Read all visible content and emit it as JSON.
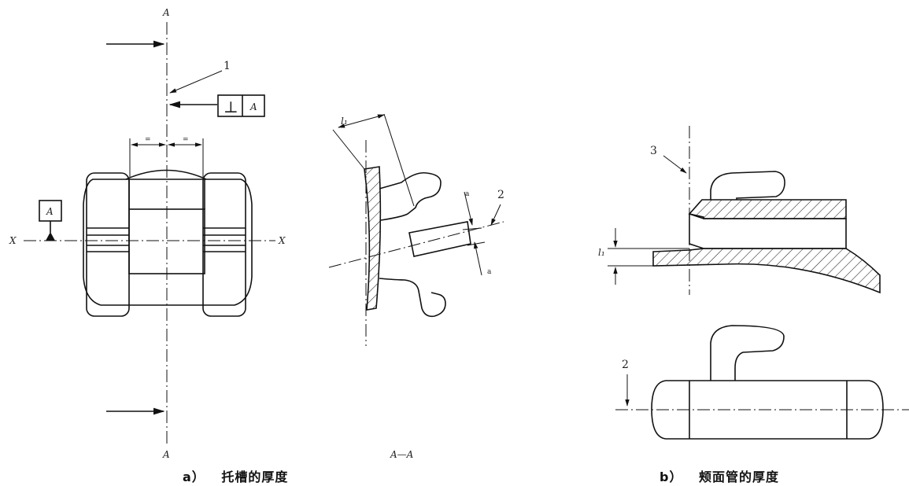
{
  "view_a": {
    "section_label": "A",
    "datum_label": "A",
    "axis_label": "X",
    "equal_mark": "=",
    "callout_1": "1",
    "tolerance_symbol": "⊥",
    "tolerance_datum": "A"
  },
  "section_view": {
    "title": "A—A",
    "dim_l1": "l₁",
    "dim_a": "a",
    "callout_2": "2"
  },
  "view_b": {
    "callout_3": "3",
    "callout_2": "2",
    "dim_l1": "l₁"
  },
  "captions": {
    "a_marker": "a）",
    "a_text": "托槽的厚度",
    "b_marker": "b）",
    "b_text": "颊面管的厚度"
  }
}
